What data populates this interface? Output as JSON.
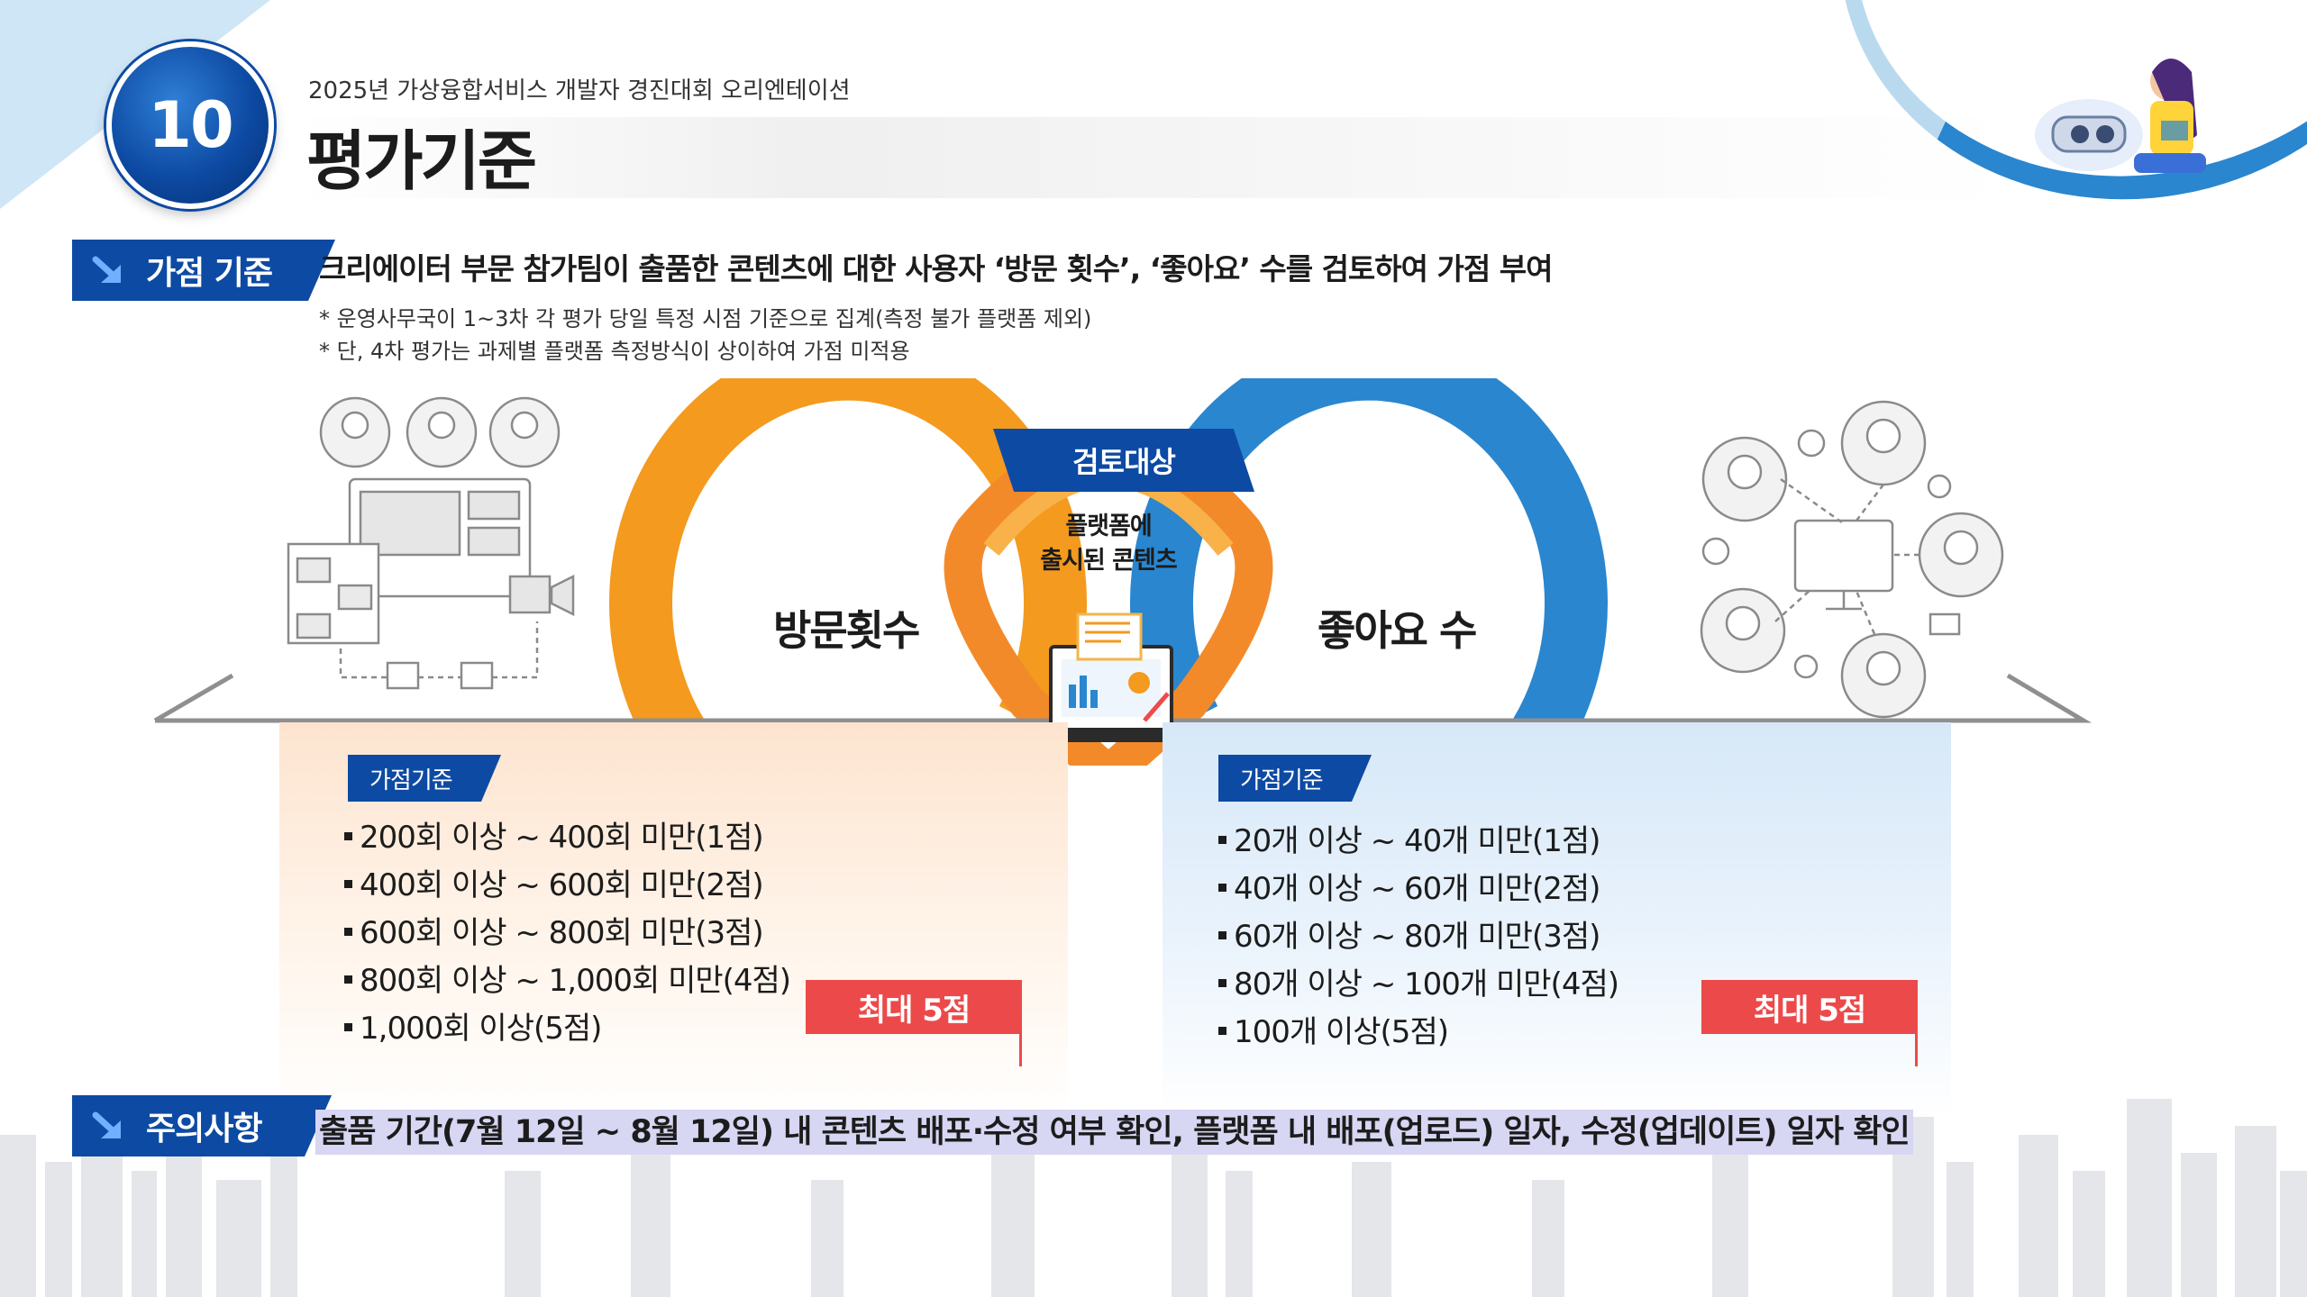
{
  "header": {
    "number": "10",
    "subtitle": "2025년 가상융합서비스 개발자 경진대회 오리엔테이션",
    "title": "평가기준"
  },
  "bonus": {
    "tag": "가점 기준",
    "description": "크리에이터 부문 참가팀이 출품한 콘텐츠에 대한 사용자 ‘방문 횟수’, ‘좋아요’ 수를 검토하여 가점 부여",
    "notes": [
      "* 운영사무국이 1~3차 각 평가 당일 특정 시점 기준으로 집계(측정 불가 플랫폼 제외)",
      "* 단, 4차 평가는 과제별 플랫폼 측정방식이 상이하여 가점 미적용"
    ]
  },
  "diagram": {
    "review_tag": "검토대상",
    "review_sub_line1": "플랫폼에",
    "review_sub_line2": "출시된 콘텐츠",
    "left_label": "방문횟수",
    "right_label": "좋아요 수",
    "colors": {
      "orange": "#f39a1f",
      "orange_dark": "#ef6c2b",
      "blue": "#2a86cf",
      "navy": "#0d4aa3"
    }
  },
  "left_panel": {
    "tag": "가점기준",
    "items": [
      "200회 이상 ~ 400회 미만(1점)",
      "400회 이상 ~ 600회 미만(2점)",
      "600회 이상 ~ 800회 미만(3점)",
      "800회 이상 ~ 1,000회 미만(4점)",
      "1,000회 이상(5점)"
    ],
    "max": "최대 5점"
  },
  "right_panel": {
    "tag": "가점기준",
    "items": [
      "20개 이상 ~ 40개 미만(1점)",
      "40개 이상 ~ 60개 미만(2점)",
      "60개 이상 ~ 80개 미만(3점)",
      "80개 이상 ~ 100개 미만(4점)",
      "100개 이상(5점)"
    ],
    "max": "최대 5점"
  },
  "caution": {
    "tag": "주의사항",
    "text": "출품 기간(7월 12일 ~ 8월 12일) 내 콘텐츠 배포·수정 여부 확인, 플랫폼 내 배포(업로드) 일자, 수정(업데이트) 일자 확인"
  }
}
